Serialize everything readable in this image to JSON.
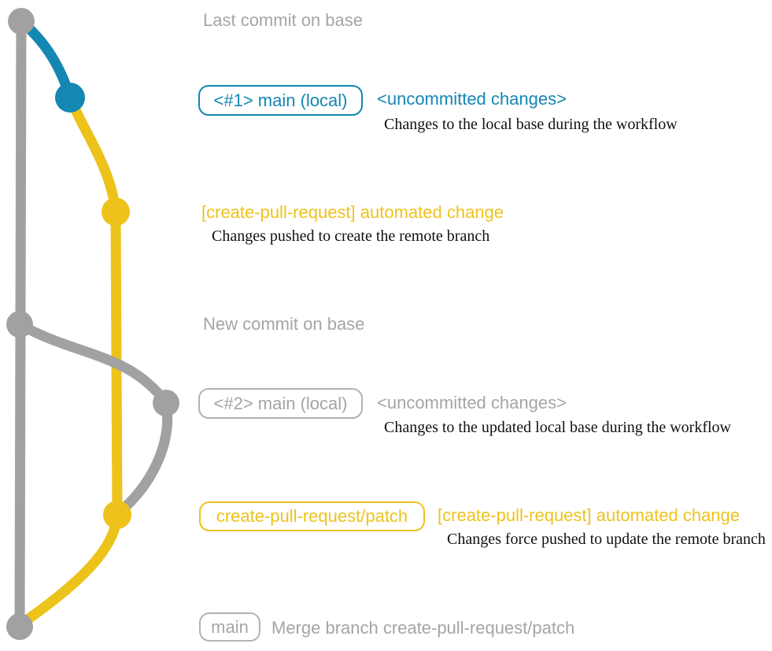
{
  "colors": {
    "branch_gray": "#a1a1a1",
    "branch_teal": "#1487b2",
    "branch_yellow": "#edc31b",
    "annotation_gray": "#a5a5a5",
    "description_text": "#111111"
  },
  "annotations": {
    "last_commit_on_base": "Last commit on base",
    "new_commit_on_base": "New commit on base"
  },
  "row1": {
    "branch_label": "<#1> main (local)",
    "commit_title": "<uncommitted changes>",
    "commit_desc": "Changes to the local base during the workflow"
  },
  "row2": {
    "commit_title": "[create-pull-request] automated change",
    "commit_desc": "Changes pushed to create the remote branch"
  },
  "row3": {
    "branch_label": "<#2> main (local)",
    "commit_title": "<uncommitted changes>",
    "commit_desc": "Changes to the updated local base during the workflow"
  },
  "row4": {
    "branch_label": "create-pull-request/patch",
    "commit_title": "[create-pull-request] automated change",
    "commit_desc": "Changes force pushed to update the remote branch"
  },
  "row5": {
    "branch_label": "main",
    "commit_title": "Merge branch create-pull-request/patch"
  }
}
